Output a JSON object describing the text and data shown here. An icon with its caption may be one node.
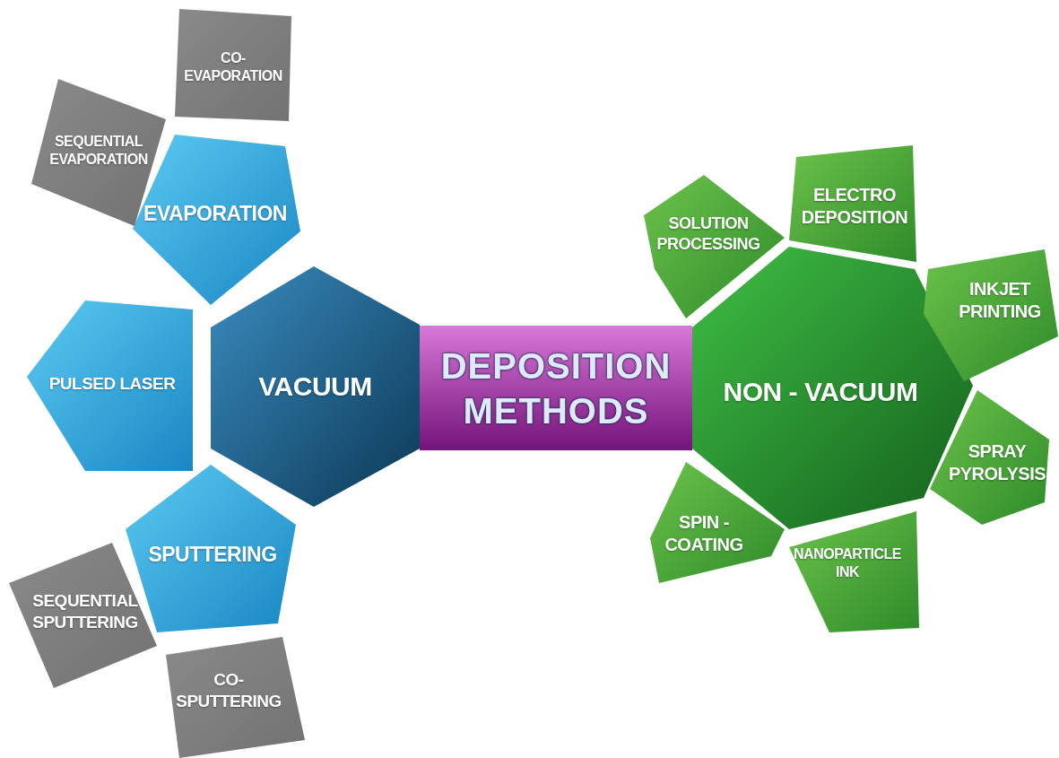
{
  "diagram": {
    "nodes": [
      {
        "text": [
          "DEPOSITION METHODS"
        ]
      },
      {
        "text": [
          "VACUUM"
        ]
      },
      {
        "text": [
          "EVAPORATION"
        ]
      },
      {
        "text": [
          "CO- EVAPORATION"
        ]
      },
      {
        "text": [
          "SEQUENTIAL EVAPORATION"
        ]
      },
      {
        "text": [
          "PULSED LASER"
        ]
      },
      {
        "text": [
          "SPUTTERING"
        ]
      },
      {
        "text": [
          "SEQUENTIAL SPUTTERING"
        ]
      },
      {
        "text": [
          "CO- SPUTTERING"
        ]
      },
      {
        "text": [
          "NON - VACUUM"
        ]
      },
      {
        "text": [
          "SOLUTION PROCESSING"
        ]
      },
      {
        "text": [
          "ELECTRO DEPOSITION"
        ]
      },
      {
        "text": [
          "INKJET PRINTING"
        ]
      },
      {
        "text": [
          "SPRAY PYROLYSIS"
        ]
      },
      {
        "text": [
          "NANOPARTICLE INK"
        ]
      },
      {
        "text": [
          "SPIN - COATING"
        ]
      }
    ]
  }
}
